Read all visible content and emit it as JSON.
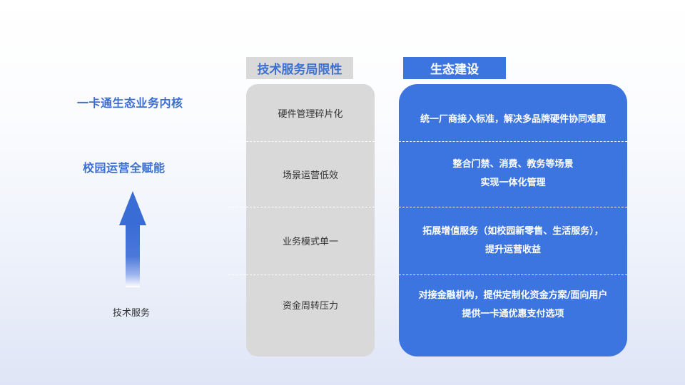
{
  "left": {
    "top_title": "一卡通生态业务内核",
    "mid_title": "校园运营全赋能",
    "bottom_label": "技术服务",
    "arrow_color": "#3a6cd6"
  },
  "limitations": {
    "header": "技术服务局限性",
    "items": [
      "硬件管理碎片化",
      "场景运营低效",
      "业务模式单一",
      "资金周转压力"
    ]
  },
  "ecosystem": {
    "header": "生态建设",
    "items": [
      {
        "line1": "统一厂商接入标准，解决多品牌硬件协同难题",
        "line2": ""
      },
      {
        "line1": "整合门禁、消费、教务等场景",
        "line2": "实现一体化管理"
      },
      {
        "line1": "拓展增值服务（如校园新零售、生活服务），",
        "line2": "提升运营收益"
      },
      {
        "line1": "对接金融机构，提供定制化资金方案/面向用户",
        "line2": "提供一卡通优惠支付选项"
      }
    ]
  },
  "colors": {
    "accent_blue": "#3d75e0",
    "title_blue": "#3d6fd1",
    "gray_panel": "#d9d9d9"
  }
}
